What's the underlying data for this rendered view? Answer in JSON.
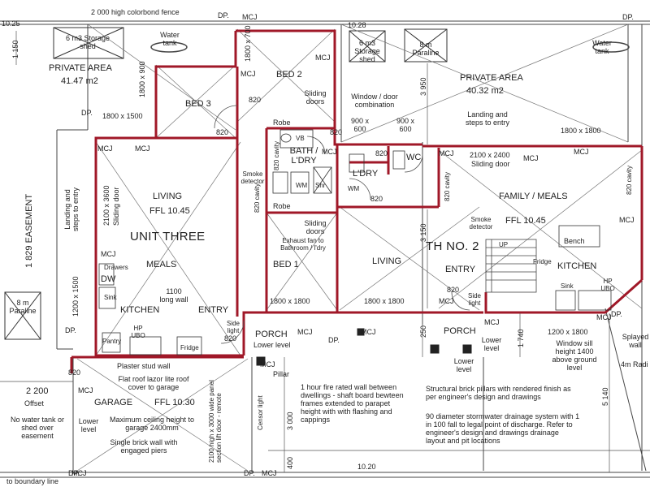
{
  "labels": {
    "fence": "2 000 high colorbond fence",
    "dim_top_left": "10.25",
    "dim_top_mid": "10.28",
    "dim_1150": "1 150",
    "storage_left": "6 m3 Storage shed",
    "water_tank_left": "Water tank",
    "private_area_left": "PRIVATE AREA",
    "area_left": "41.47 m2",
    "dim_1800x900": "1800 x 900",
    "dim_1800x700": "1800 x 700",
    "bed2": "BED 2",
    "bed3": "BED 3",
    "sliding_doors_bed2": "Sliding doors",
    "robe_top": "Robe",
    "dim_1800x1500": "1800 x 1500",
    "storage_right": "6 m3 Storage shed",
    "paraline_top": "8 m Paraline",
    "dim_3950": "3 950",
    "window_door": "Window / door combination",
    "dim_900x600_a": "900 x 600",
    "dim_900x600_b": "900 x 600",
    "private_area_right": "PRIVATE AREA",
    "area_right": "40.32 m2",
    "landing_steps_right": "Landing and steps to entry",
    "dim_1800x1800_tr": "1800 x 1800",
    "water_tank_right": "Water tank",
    "bath_ldry": "BATH / L'DRY",
    "vb": "VB",
    "cavity_820_bath": "820 cavity",
    "wm": "WM",
    "shr": "Shr",
    "ldry": "L'DRY",
    "wc": "WC",
    "wm2": "WM",
    "dim_2100x2400": "2100 x 2400",
    "sliding_door_family": "Sliding door",
    "family_meals": "FAMILY / MEALS",
    "ffl_right": "FFL 10.45",
    "smoke_detector_right": "Smoke detector",
    "smoke_detector_left": "Smoke detector",
    "cavity_820_right": "820 cavity",
    "cavity_820_mid": "820 cavity",
    "cavity_820_family": "820 cavity",
    "easement": "1 829 EASEMENT",
    "landing_steps_left": "Landing and steps to entry",
    "dim_2100x3600": "2100 x 3600",
    "sliding_door_left": "Sliding door",
    "living_left": "LIVING",
    "ffl_left": "FFL 10.45",
    "unit_three": "UNIT THREE",
    "robe_mid": "Robe",
    "sliding_doors_bed1": "Sliding doors",
    "exhaust": "Exhaust fan to Bathroom / l'dry",
    "bed1": "BED 1",
    "meals_left": "MEALS",
    "drawers": "Drawers",
    "dw": "DW",
    "sink_left": "Sink",
    "dim_1200x1500": "1200 x 1500",
    "long_wall": "1100 long wall",
    "kitchen_left": "KITCHEN",
    "entry_left": "ENTRY",
    "side_light_left": "Side light",
    "dim_1800x1800_bed1": "1800 x 1800",
    "dim_1800x1800_living": "1800 x 1800",
    "living_right": "LIVING",
    "th_no2": "TH NO. 2",
    "dim_3150": "3 150",
    "up": "UP",
    "bench": "Bench",
    "fridge_right": "Fridge",
    "kitchen_right": "KITCHEN",
    "entry_right": "ENTRY",
    "side_light_right": "Side light",
    "sink_right": "Sink",
    "hp_ubo_right": "HP UBO",
    "paraline_left": "8 m Paraline",
    "pantry": "Pantry",
    "hp_ubo_left": "HP UBO",
    "fridge_left": "Fridge",
    "porch_left": "PORCH",
    "lower_level_porch": "Lower level",
    "pillar": "Pillar",
    "porch_right": "PORCH",
    "dim_250": "250",
    "lower_level_right_a": "Lower level",
    "lower_level_right_b": "Lower level",
    "dim_1740": "1 740",
    "dim_1200x1800": "1200 x 1800",
    "window_sill": "Window sill height 1400 above ground level",
    "splayed_wall": "Splayed wall",
    "radius": "4m Radi",
    "plaster_wall": "Plaster stud wall",
    "flat_roof": "Flat roof lazor lite roof cover to garage",
    "garage": "GARAGE",
    "ffl_garage": "FFL 10.30",
    "dim_2200": "2 200",
    "offset": "Offset",
    "no_water_tank": "No water tank or shed over easement",
    "lower_level_garage": "Lower level",
    "max_ceiling": "Maximum ceiling height to garage 2400mm",
    "single_brick": "Single brick wall with engaged piers",
    "garage_door": "2100 high x 3000 wide panel section lift door - remote",
    "censor_light": "Censor light",
    "fire_rated": "1 hour fire rated wall between dwellings - shaft board bewteen frames extended to parapet height with with flashing and cappings",
    "dim_3000": "3 000",
    "structural": "Structural brick pillars with rendered finish as per engineer's design and drawings",
    "stormwater": "90 diameter stormwater drainage system with 1 in 100 fall to legal point of discharge. Refer to engineer's design and drawings drainage layout and pit locations",
    "dim_5140": "5 140",
    "dim_400": "400",
    "dim_bottom": "10.20",
    "boundary": "to boundary line",
    "dp": "DP.",
    "mcj": "MCJ",
    "n820": "820"
  }
}
